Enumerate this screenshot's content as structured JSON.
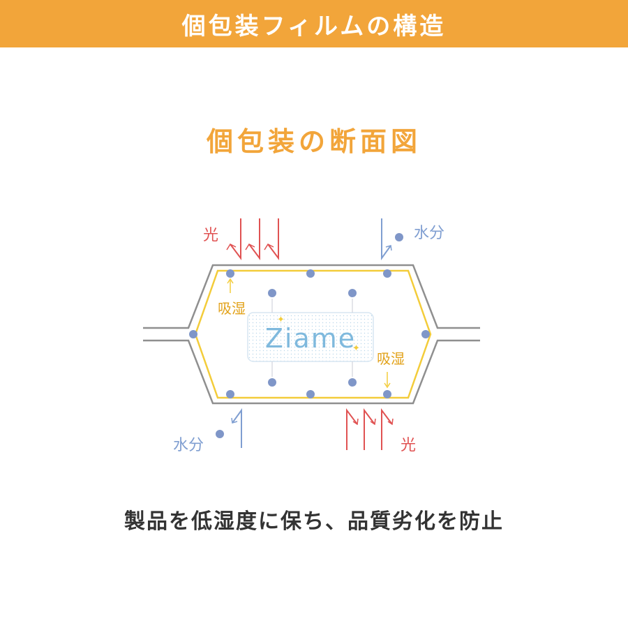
{
  "banner": {
    "title": "個包装フィルムの構造"
  },
  "section": {
    "title": "個包装の断面図"
  },
  "diagram": {
    "light_label_top": "光",
    "moisture_label_top": "水分",
    "absorb_label_left": "吸湿",
    "product_name": "Ziame",
    "absorb_label_right": "吸湿",
    "moisture_label_bottom": "水分",
    "light_label_bottom": "光"
  },
  "caption": {
    "text": "製品を低湿度に保ち、品質劣化を防止"
  },
  "colors": {
    "banner_bg": "#f2a53a",
    "accent_orange": "#f2a53a",
    "light_red": "#e05252",
    "moisture_blue": "#7f9ed1",
    "absorb_yellow": "#f3cc3a",
    "film_gray": "#8f8f8f",
    "dot_blue": "#7f96c8",
    "product_text": "#7fb9dd"
  }
}
